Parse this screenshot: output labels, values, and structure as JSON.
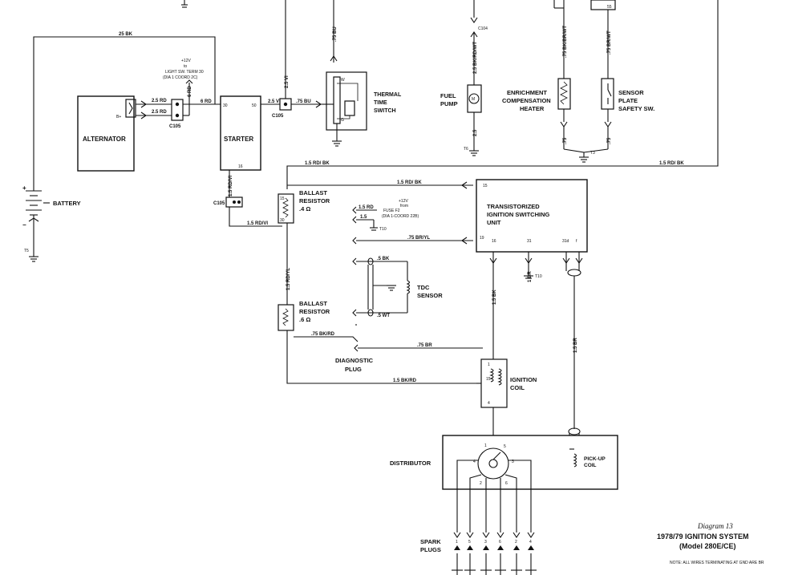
{
  "components": {
    "alternator": "ALTERNATOR",
    "starter": "STARTER",
    "battery": "BATTERY",
    "thermal_time_switch": [
      "THERMAL",
      "TIME",
      "SWITCH"
    ],
    "fuel_pump": [
      "FUEL",
      "PUMP"
    ],
    "enrichment_heater": [
      "ENRICHMENT",
      "COMPENSATION",
      "HEATER"
    ],
    "sensor_plate": [
      "SENSOR",
      "PLATE",
      "SAFETY SW."
    ],
    "ballast_1": [
      "BALLAST",
      "RESISTOR",
      ".4 Ω"
    ],
    "ballast_2": [
      "BALLAST",
      "RESISTOR",
      ".6 Ω"
    ],
    "tsu": [
      "TRANSISTORIZED",
      "IGNITION SWITCHING",
      "UNIT"
    ],
    "tdc_sensor": [
      "TDC",
      "SENSOR"
    ],
    "diagnostic_plug": [
      "DIAGNOSTIC",
      "PLUG"
    ],
    "ignition_coil": [
      "IGNITION",
      "COIL"
    ],
    "distributor": "DISTRIBUTOR",
    "pickup_coil": [
      "PICK-UP",
      "COIL"
    ],
    "spark_plugs": [
      "SPARK",
      "PLUGS"
    ]
  },
  "wire_labels": {
    "w_alt_top": "25 BK",
    "w_alt_1": "2.5 RD",
    "w_alt_2": "2.5 RD",
    "w_6rd": "6 RD",
    "w_6rd_v": "6 RD",
    "w_25vi_h": "2.5 VI",
    "w_25vi_v": "2.5 VI",
    "w_75bu_h": ".75 BU",
    "w_75bu_v": ".75 BU",
    "w_15rdbk_top": "1.5 RD/ BK",
    "w_15rdbk_right": "1.5 RD/ BK",
    "w_15rdbk_tsu": "1.5 RD/ BK",
    "w_15rdvi": "1.5 RD/VI",
    "w_15rdvi_v": "1.5 RD/VI",
    "w_15rdyl": "1.5 RD/YL",
    "w_15rd": "1.5 RD",
    "w_15": "1.5",
    "w_75bryl": ".75 BR/YL",
    "w_5bk": ".5 BK",
    "w_5wt": ".5 WT",
    "w_75bkrd": ".75 BK/RD",
    "w_75br": ".75 BR",
    "w_15bkrd": "1.5 BK/RD",
    "w_15bk_v": "1.5 BK",
    "w_15br_v": "1.5 BR",
    "w_1br": "1 BR",
    "w_fuel_1": "2.5 BK/RD/WT",
    "w_fuel_2": "2.5",
    "w_enrich_1": ".75 BK/BR/WT",
    "w_enrich_2": ".75",
    "w_sensor_1": ".75 BR/WT",
    "w_sensor_2": ".75"
  },
  "connectors": {
    "c105_a": "C105",
    "c105_b": "C105",
    "c105_c": "C105",
    "c104": "C104",
    "t3": "T3",
    "t5": "T5",
    "t6": "T6",
    "t10_a": "T10",
    "t10_b": "T10"
  },
  "annotations": {
    "light_sw": [
      "+12V",
      "to",
      "LIGHT SW. TERM 30",
      "(DIA 1 COORD 2C)"
    ],
    "fuse_f2": [
      "+12V",
      "from",
      "FUSE F2",
      "(DIA 1-COORD 22B)"
    ]
  },
  "pins": {
    "starter_30": "30",
    "starter_50": "50",
    "starter_16": "16",
    "tsu_15": "15",
    "tsu_16": "16",
    "tsu_31": "31",
    "tsu_31d": "31d",
    "tsu_f": "f",
    "tsu_19": "19",
    "coil_1": "1",
    "coil_15": "15",
    "coil_4": "4",
    "ballast_1a": "15",
    "ballast_1b": "30",
    "thermal_w": "W",
    "thermal_g": "G",
    "alt_bplus": "B+",
    "sensor_55": "55",
    "dist_1": "1",
    "dist_2": "2",
    "dist_3": "3",
    "dist_4": "4",
    "dist_5": "5",
    "dist_6": "6",
    "plugs": [
      "1",
      "5",
      "3",
      "6",
      "2",
      "4"
    ]
  },
  "title": {
    "diagram_no": "Diagram 13",
    "name": "1978/79  IGNITION SYSTEM",
    "model": "(Model 280E/CE)",
    "note": "NOTE: ALL WIRES TERMINATING AT GND ARE BR"
  }
}
